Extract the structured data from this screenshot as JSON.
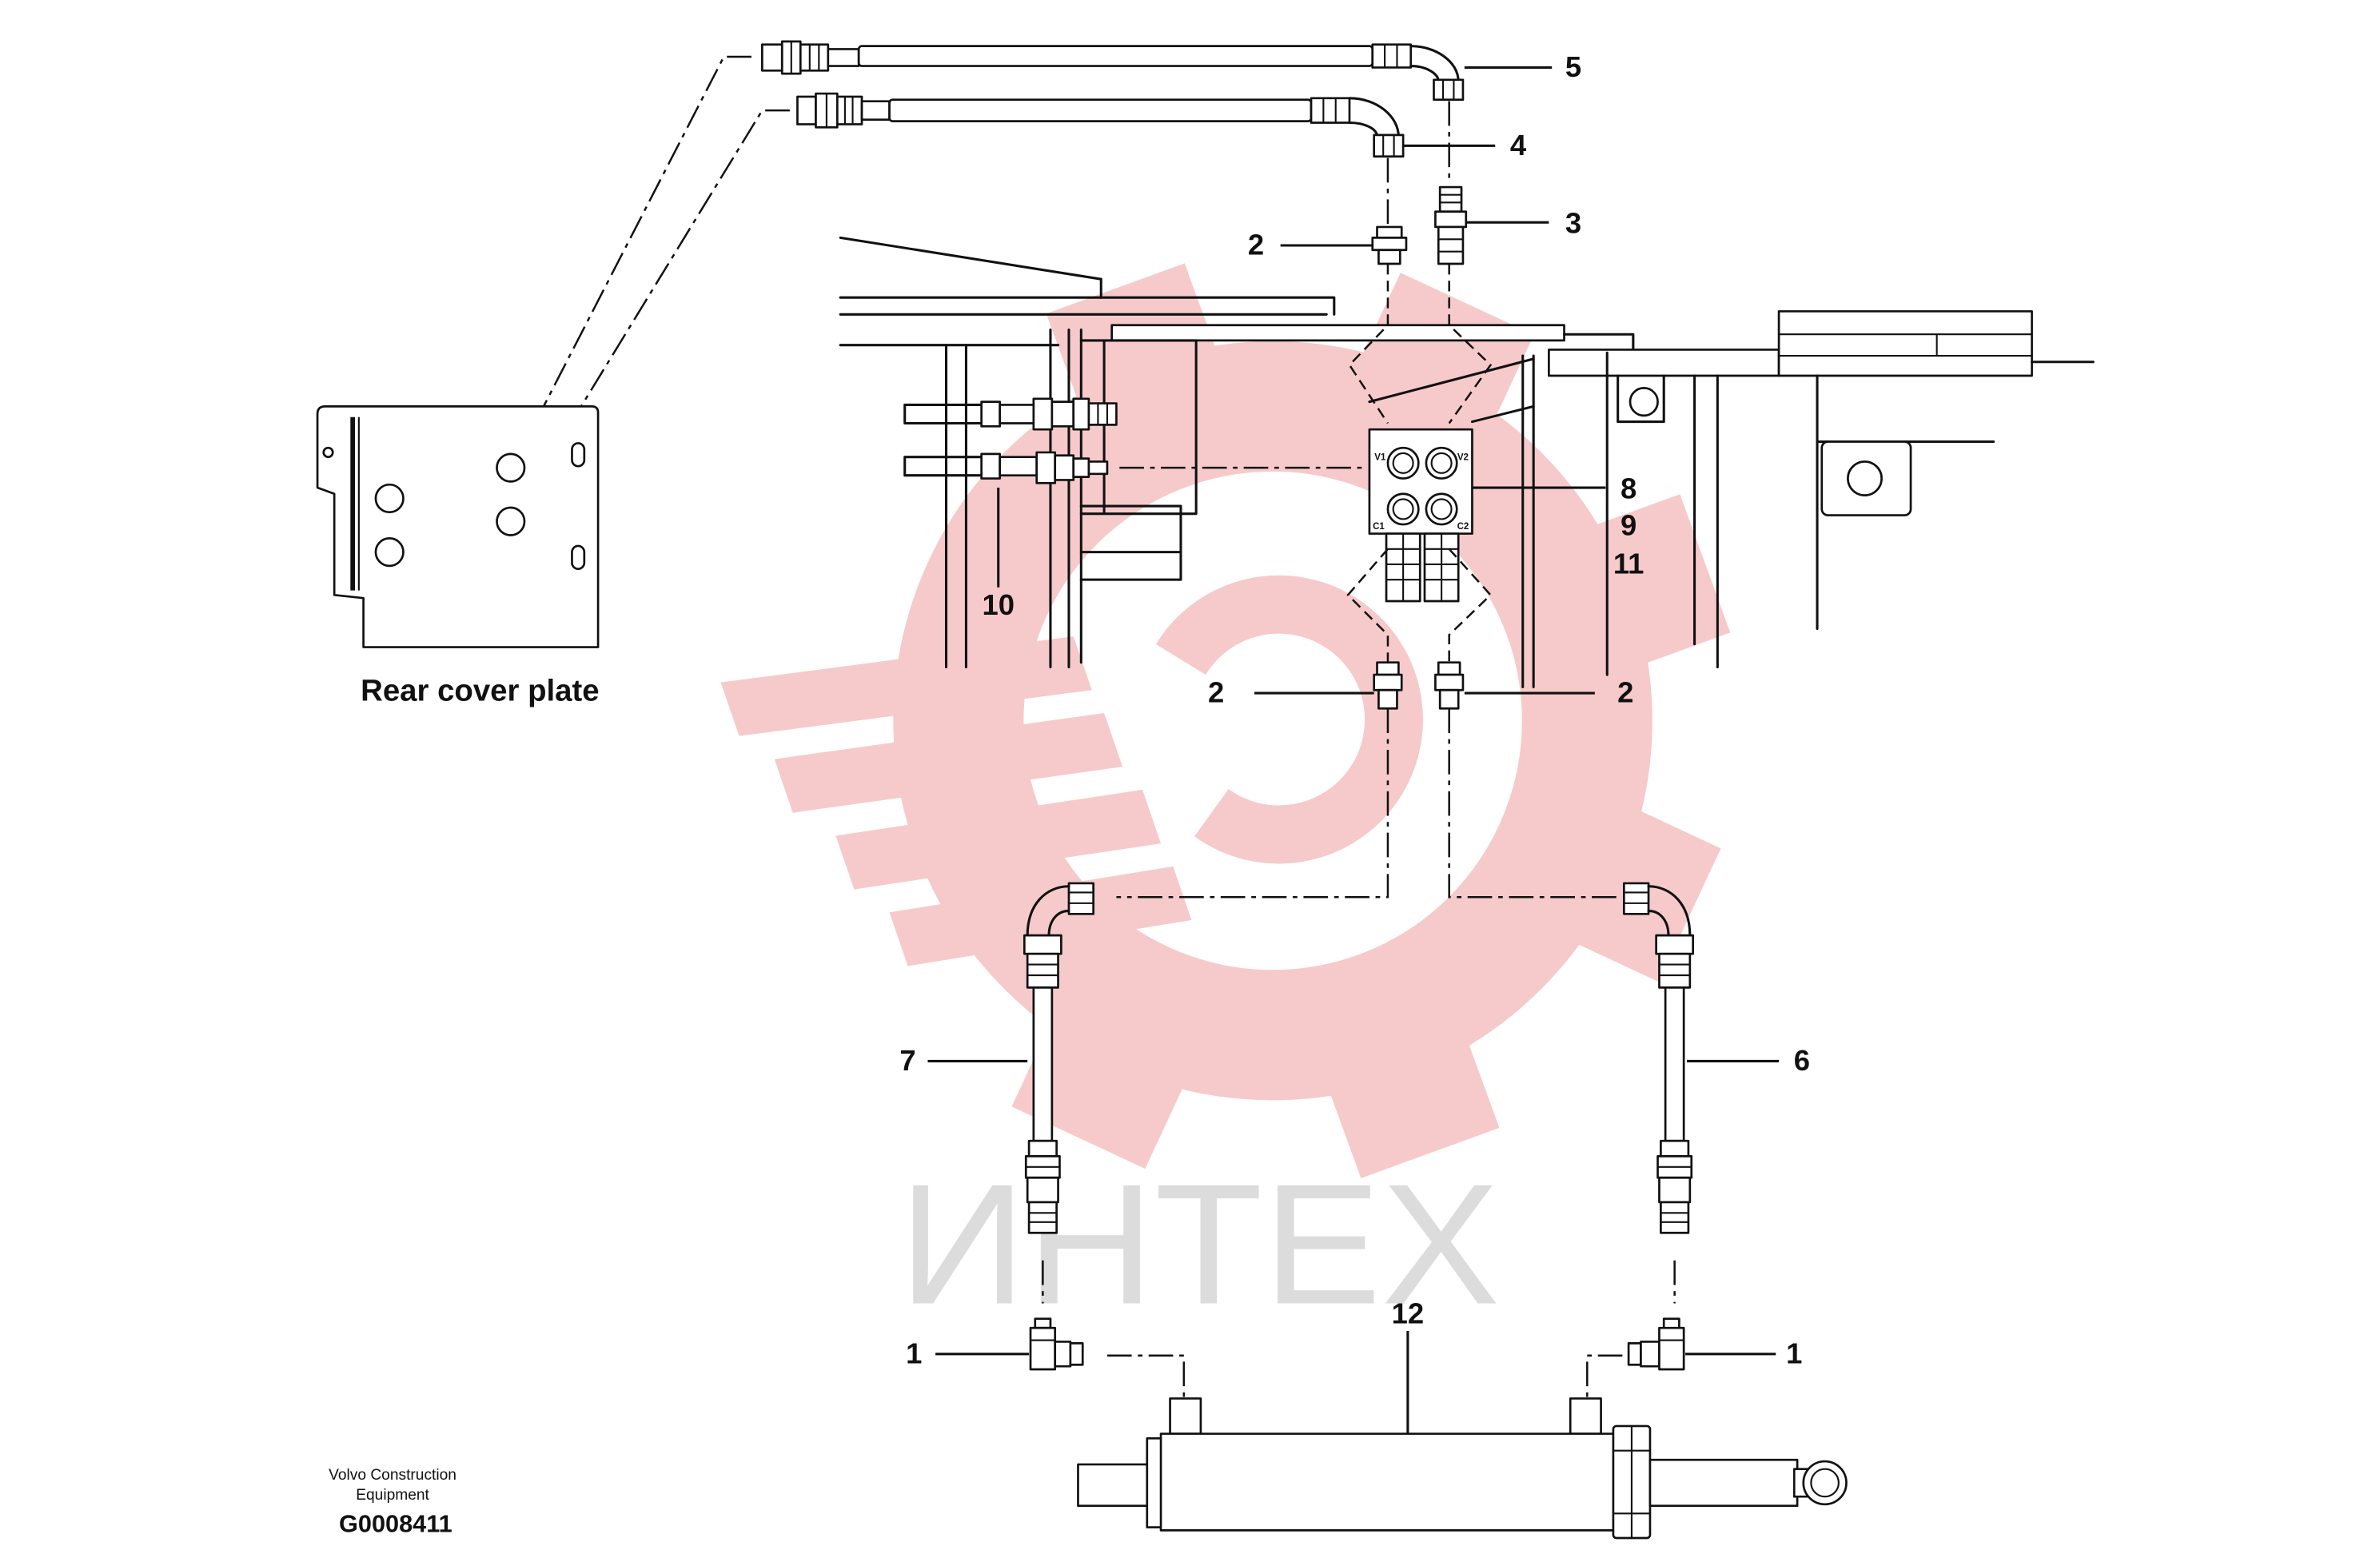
{
  "drawing": {
    "callouts": {
      "hose_5": "5",
      "hose_4": "4",
      "adapter_3": "3",
      "adapter_2_top": "2",
      "adapter_2_bottom_left": "2",
      "adapter_2_bottom_right": "2",
      "valve_8": "8",
      "valve_9": "9",
      "valve_11": "11",
      "hoses_10": "10",
      "hose_7": "7",
      "hose_6": "6",
      "elbow_1_left": "1",
      "elbow_1_right": "1",
      "cylinder_12": "12"
    },
    "valve_ports": {
      "v1": "V1",
      "v2": "V2",
      "c1": "C1",
      "c2": "C2"
    },
    "inset": {
      "caption": "Rear cover plate"
    }
  },
  "footer": {
    "company_line1": "Volvo Construction",
    "company_line2": "Equipment",
    "drawing_number": "G0008411"
  },
  "watermark": {
    "text": "ИНТЕХ",
    "gear_color": "#f6caca",
    "text_color": "#dcdcdc"
  },
  "colors": {
    "line": "#111111",
    "background": "#ffffff"
  }
}
